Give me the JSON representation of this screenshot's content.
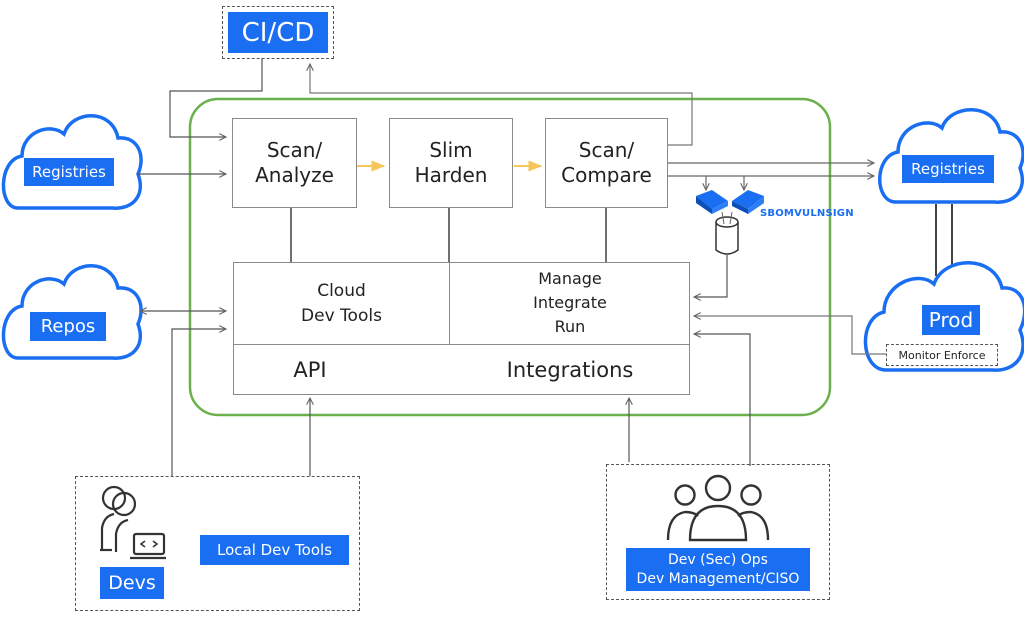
{
  "diagram": {
    "type": "architecture-flow",
    "colors": {
      "accent_blue": "#1a6ef2",
      "platform_border_green": "#6ab04c",
      "pipeline_arrow_yellow": "#f7c65a",
      "connector_gray": "#666666"
    },
    "cicd": {
      "label": "CI/CD"
    },
    "left_clouds": {
      "registries": {
        "label": "Registries"
      },
      "repos": {
        "label": "Repos"
      }
    },
    "right_clouds": {
      "registries": {
        "label": "Registries"
      },
      "prod": {
        "label": "Prod",
        "sub_label": "Monitor Enforce"
      }
    },
    "pipeline": {
      "stages": [
        {
          "label": "Scan/\nAnalyze"
        },
        {
          "label": "Slim\nHarden"
        },
        {
          "label": "Scan/\nCompare"
        }
      ],
      "artifacts_label": "SBOMVULNSIGN"
    },
    "platform": {
      "cloud_dev_tools": "Cloud\nDev Tools",
      "manage_integrate_run": "Manage\nIntegrate\nRun",
      "api": "API",
      "integrations": "Integrations"
    },
    "devs_group": {
      "devs_label": "Devs",
      "local_tools_label": "Local Dev Tools"
    },
    "ops_group": {
      "label": "Dev (Sec) Ops\nDev Management/CISO"
    },
    "icons": {
      "cloud": "cloud-icon",
      "containers": "container-icon",
      "database": "database-icon",
      "developer": "developer-laptop-icon",
      "team": "team-icon"
    }
  }
}
